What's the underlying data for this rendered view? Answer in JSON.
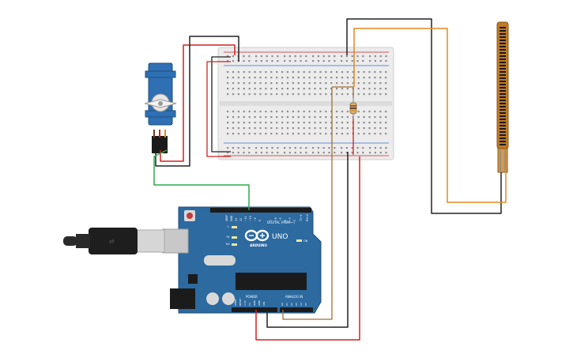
{
  "arduino": {
    "brand": "ARDUINO",
    "model": "UNO",
    "digital_label": "DIGITAL (PWM~)",
    "power_label": "POWER",
    "analog_label": "ANALOG IN",
    "on_label": "ON",
    "tx_label": "TX",
    "rx_label": "RX",
    "l_label": "L",
    "aref_label": "AREF",
    "gnd_label": "GND",
    "ioref_label": "IOREF",
    "reset_label": "RESET",
    "v33_label": "3.3V",
    "v5_label": "5V",
    "vin_label": "VIN",
    "a0": "A0",
    "a1": "A1",
    "a2": "A2",
    "a3": "A3",
    "a4": "A4",
    "a5": "A5",
    "d13": "13",
    "d12": "12",
    "d11": "~11",
    "d10": "~10",
    "d9": "~9",
    "d8": "8",
    "d7": "7",
    "d6": "~6",
    "d5": "~5",
    "d4": "4",
    "d3": "~3",
    "d2": "2",
    "d1": "TX→1",
    "d0": "RX←0"
  },
  "colors": {
    "board": "#2c6aa0",
    "board_dark": "#1f4f7a",
    "wire_red": "#d42020",
    "wire_black": "#222222",
    "wire_green": "#2fa84f",
    "wire_orange": "#e08a1e",
    "wire_brown": "#a0703a",
    "servo": "#2f6fb4",
    "breadboard": "#ececec"
  },
  "icons": [
    "usb-cable-icon",
    "servo-motor-icon",
    "flex-sensor-icon",
    "resistor-icon",
    "arduino-logo-icon"
  ]
}
